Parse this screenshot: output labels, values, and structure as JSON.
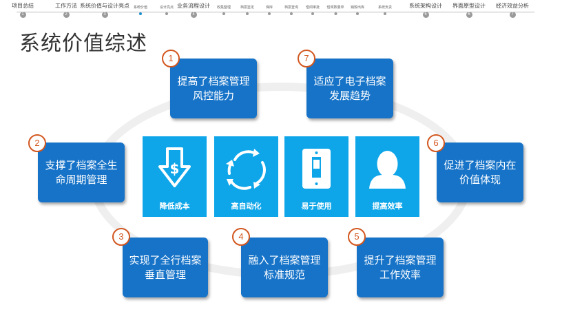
{
  "nav": {
    "items": [
      {
        "label": "项目总结",
        "num": "1",
        "type": "major"
      },
      {
        "label": "工作方法",
        "num": "2",
        "type": "major"
      },
      {
        "label": "系统价值与设计亮点",
        "num": "3",
        "type": "major"
      },
      {
        "label": "系统价值",
        "num": "",
        "type": "minor",
        "active": true
      },
      {
        "label": "设计亮点",
        "num": "",
        "type": "minor"
      },
      {
        "label": "业务流程设计",
        "num": "4",
        "type": "major"
      },
      {
        "label": "收集整理",
        "num": "",
        "type": "minor"
      },
      {
        "label": "档案鉴定",
        "num": "",
        "type": "minor"
      },
      {
        "label": "保库",
        "num": "",
        "type": "minor"
      },
      {
        "label": "档案查询",
        "num": "",
        "type": "minor"
      },
      {
        "label": "借阅审批",
        "num": "",
        "type": "minor"
      },
      {
        "label": "借阅数量单",
        "num": "",
        "type": "minor"
      },
      {
        "label": "销毁出库",
        "num": "",
        "type": "minor"
      },
      {
        "label": "系统负责",
        "num": "",
        "type": "minor"
      },
      {
        "label": "系统架构设计",
        "num": "5",
        "type": "major"
      },
      {
        "label": "界面原型设计",
        "num": "6",
        "type": "major"
      },
      {
        "label": "经济效益分析",
        "num": "7",
        "type": "major"
      }
    ]
  },
  "title": "系统价值综述",
  "values": [
    {
      "num": "1",
      "line1": "提高了档案管理",
      "line2": "风控能力"
    },
    {
      "num": "2",
      "line1": "支撑了档案全生",
      "line2": "命周期管理"
    },
    {
      "num": "3",
      "line1": "实现了全行档案",
      "line2": "垂直管理"
    },
    {
      "num": "4",
      "line1": "融入了档案管理",
      "line2": "标准规范"
    },
    {
      "num": "5",
      "line1": "提升了档案管理",
      "line2": "工作效率"
    },
    {
      "num": "6",
      "line1": "促进了档案内在",
      "line2": "价值体现"
    },
    {
      "num": "7",
      "line1": "适应了电子档案",
      "line2": "发展趋势"
    }
  ],
  "tiles": [
    {
      "label": "降低成本",
      "icon": "cost-down-icon"
    },
    {
      "label": "高自动化",
      "icon": "cycle-arrows-icon"
    },
    {
      "label": "易于使用",
      "icon": "switch-icon"
    },
    {
      "label": "提高效率",
      "icon": "user-icon"
    }
  ],
  "colors": {
    "box": "#1673c8",
    "tile": "#0ea6e9",
    "badge": "#d2561e"
  }
}
